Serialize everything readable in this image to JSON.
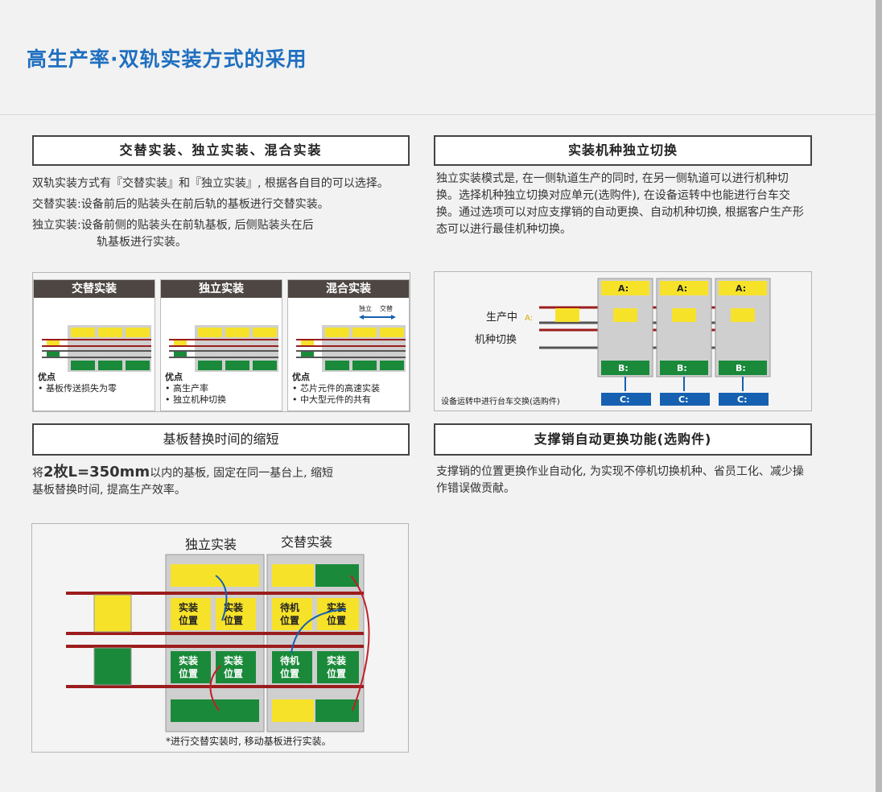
{
  "page": {
    "title": "高生产率·双轨实装方式的采用"
  },
  "sec1": {
    "heading": "交替实装、独立实装、混合实装",
    "p1": "双轨实装方式有『交替实装』和『独立实装』, 根据各自目的可以选择。",
    "p2": "交替实装:设备前后的贴装头在前后轨的基板进行交替实装。",
    "p3a": "独立实装:设备前侧的贴装头在前轨基板, 后侧贴装头在后",
    "p3b": "轨基板进行实装。",
    "panels": [
      {
        "title": "交替实装",
        "adv_head": "优点",
        "adv": [
          "• 基板传送损失为零"
        ]
      },
      {
        "title": "独立实装",
        "adv_head": "优点",
        "adv": [
          "• 高生产率",
          "• 独立机种切换"
        ]
      },
      {
        "title": "混合实装",
        "adv_head": "优点",
        "adv": [
          "• 芯片元件的高速实装",
          "• 中大型元件的共有"
        ],
        "label_independent": "独立",
        "label_alternate": "交替"
      }
    ]
  },
  "sec2": {
    "heading": "实装机种独立切换",
    "p": "独立实装模式是, 在一侧轨道生产的同时, 在另一侧轨道可以进行机种切换。选择机种独立切换对应单元(选购件), 在设备运转中也能进行台车交换。通过选项可以对应支撑销的自动更换、自动机种切换, 根据客户生产形态可以进行最佳机种切换。",
    "diagram": {
      "label_production": "生产中",
      "label_a_small": "A:",
      "label_changeover": "机种切换",
      "label_cart": "设备运转中进行台车交换(选购件)",
      "a": "A:",
      "b": "B:",
      "c": "C:"
    }
  },
  "sec3": {
    "heading": "基板替换时间的缩短",
    "p_pre": "将",
    "p_big": "2枚L=350mm",
    "p_post": "以内的基板, 固定在同一基台上, 缩短",
    "p_line2": "基板替换时间, 提高生产效率。",
    "diagram": {
      "title_independent": "独立实装",
      "title_alternate": "交替实装",
      "mount1": "实装",
      "mount2": "位置",
      "wait1": "待机",
      "wait2": "位置",
      "note": "*进行交替实装时, 移动基板进行实装。"
    }
  },
  "sec4": {
    "heading": "支撑销自动更换功能(选购件)",
    "p": "支撑销的位置更换作业自动化, 为实现不停机切换机种、省员工化、减少操作错误做贡献。"
  },
  "colors": {
    "title_blue": "#1f6fc0",
    "yellow": "#f7e22a",
    "green": "#1a8a3a",
    "rail_red": "#9c1c1c",
    "cart_blue": "#1560b0"
  }
}
